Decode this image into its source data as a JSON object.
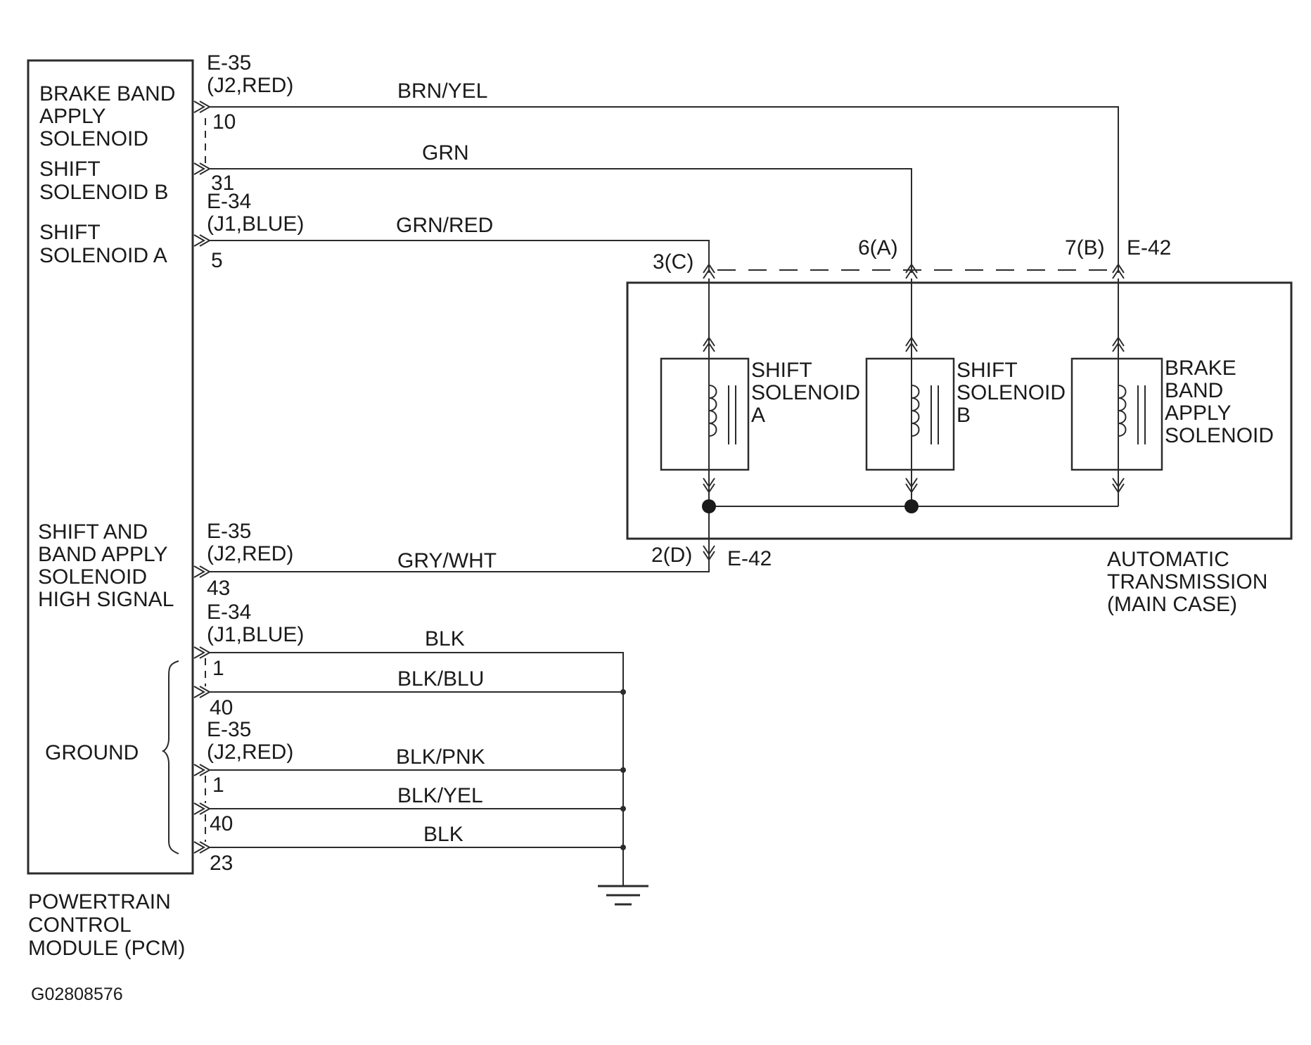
{
  "pcm": {
    "title": [
      "POWERTRAIN",
      "CONTROL",
      "MODULE (PCM)"
    ],
    "brake_band": [
      "BRAKE BAND",
      "APPLY",
      "SOLENOID"
    ],
    "shift_b": [
      "SHIFT",
      "SOLENOID B"
    ],
    "shift_a": [
      "SHIFT",
      "SOLENOID A"
    ],
    "high_signal": [
      "SHIFT AND",
      "BAND APPLY",
      "SOLENOID",
      "HIGH SIGNAL"
    ],
    "ground": "GROUND"
  },
  "connectors": {
    "e35_top": [
      "E-35",
      "(J2,RED)"
    ],
    "e34_mid": [
      "E-34",
      "(J1,BLUE)"
    ],
    "e35_high": [
      "E-35",
      "(J2,RED)"
    ],
    "e34_gnd": [
      "E-34",
      "(J1,BLUE)"
    ],
    "e35_gnd": [
      "E-35",
      "(J2,RED)"
    ]
  },
  "pins": {
    "p10": "10",
    "p31": "31",
    "p5": "5",
    "p43": "43",
    "g1a": "1",
    "g40a": "40",
    "g1b": "1",
    "g40b": "40",
    "g23": "23"
  },
  "wires": {
    "brn_yel": "BRN/YEL",
    "grn": "GRN",
    "grn_red": "GRN/RED",
    "gry_wht": "GRY/WHT",
    "blk_1": "BLK",
    "blk_blu": "BLK/BLU",
    "blk_pnk": "BLK/PNK",
    "blk_yel": "BLK/YEL",
    "blk_2": "BLK"
  },
  "trans": {
    "pin_c": "3(C)",
    "pin_a": "6(A)",
    "pin_b": "7(B)",
    "e42_top": "E-42",
    "pin_d": "2(D)",
    "e42_bottom": "E-42",
    "sol_a": [
      "SHIFT",
      "SOLENOID",
      "A"
    ],
    "sol_b": [
      "SHIFT",
      "SOLENOID",
      "B"
    ],
    "sol_brake": [
      "BRAKE",
      "BAND",
      "APPLY",
      "SOLENOID"
    ],
    "case": [
      "AUTOMATIC",
      "TRANSMISSION",
      "(MAIN CASE)"
    ]
  },
  "figure_id": "G02808576"
}
